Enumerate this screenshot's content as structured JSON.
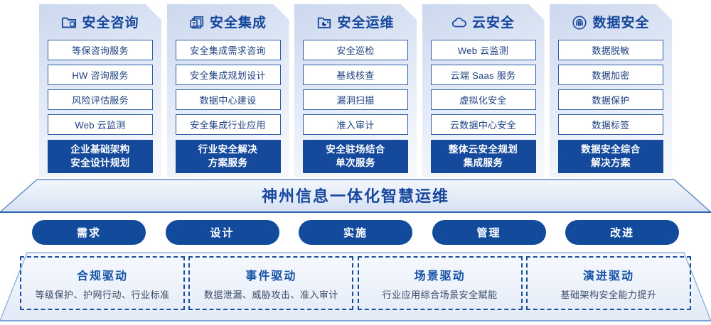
{
  "columns": [
    {
      "icon": "folder-shield-icon",
      "title": "安全咨询",
      "items": [
        "等保咨询服务",
        "HW 咨询服务",
        "风险评估服务",
        "Web 云监测"
      ],
      "summary": [
        "企业基础架构",
        "安全设计规划"
      ]
    },
    {
      "icon": "documents-stack-icon",
      "title": "安全集成",
      "items": [
        "安全集成需求咨询",
        "安全集成规划设计",
        "数据中心建设",
        "安全集成行业应用"
      ],
      "summary": [
        "行业安全解决",
        "方案服务"
      ]
    },
    {
      "icon": "folder-chart-icon",
      "title": "安全运维",
      "items": [
        "安全巡检",
        "基线核查",
        "漏洞扫描",
        "准入审计"
      ],
      "summary": [
        "安全驻场结合",
        "单次服务"
      ]
    },
    {
      "icon": "cloud-icon",
      "title": "云安全",
      "items": [
        "Web 云监测",
        "云端 Saas 服务",
        "虚拟化安全",
        "云数据中心安全"
      ],
      "summary": [
        "整体云安全规划",
        "集成服务"
      ]
    },
    {
      "icon": "fingerprint-icon",
      "title": "数据安全",
      "items": [
        "数据脱敏",
        "数据加密",
        "数据保护",
        "数据标签"
      ],
      "summary": [
        "数据安全综合",
        "解决方案"
      ]
    }
  ],
  "banner": {
    "title": "神州信息一体化智慧运维"
  },
  "phases": [
    {
      "label": "需求"
    },
    {
      "label": "设计"
    },
    {
      "label": "实施"
    },
    {
      "label": "管理"
    },
    {
      "label": "改进"
    }
  ],
  "drivers": [
    {
      "title": "合规驱动",
      "subtitle": "等级保护、护网行动、行业标准"
    },
    {
      "title": "事件驱动",
      "subtitle": "数据泄漏、威胁攻击、准入审计"
    },
    {
      "title": "场景驱动",
      "subtitle": "行业应用综合场景安全赋能"
    },
    {
      "title": "演进驱动",
      "subtitle": "基础架构安全能力提升"
    }
  ],
  "colors": {
    "brand_blue": "#16479d",
    "deep_blue": "#14499b",
    "pill_blue": "#124a9c",
    "card_border": "#2e5fa8",
    "text_dark": "#1b3f7d"
  }
}
